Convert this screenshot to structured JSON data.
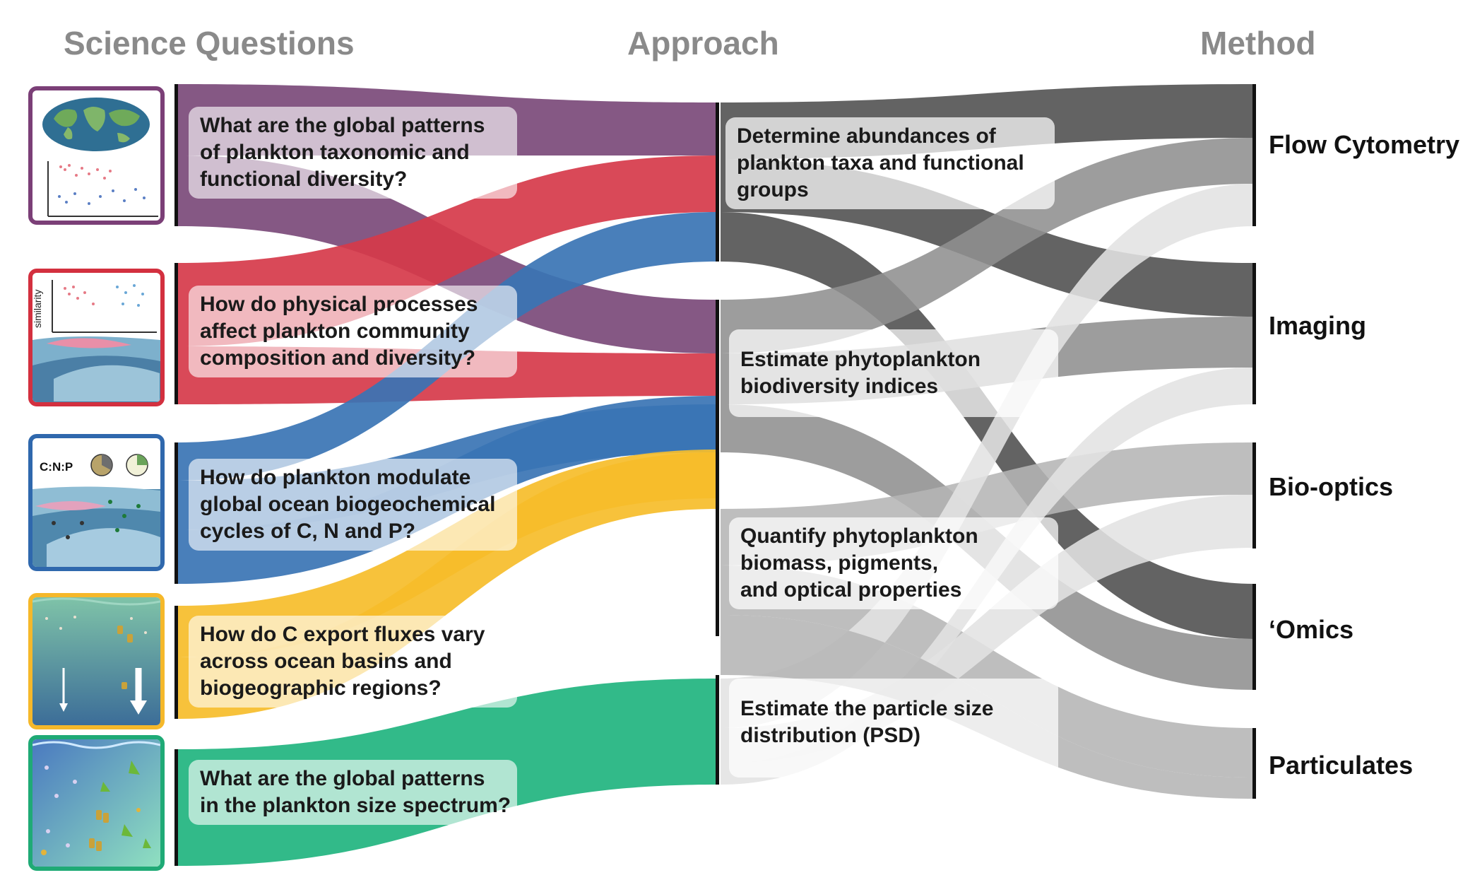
{
  "headers": {
    "science_questions": "Science Questions",
    "approach": "Approach",
    "method": "Method"
  },
  "questions": [
    {
      "lines": [
        "What are the global patterns",
        "of plankton taxonomic and",
        "functional diversity?"
      ],
      "color": "#7b4a79"
    },
    {
      "lines": [
        "How do physical processes",
        "affect plankton community",
        "composition and diversity?"
      ],
      "color": "#d63a4a"
    },
    {
      "lines": [
        "How do plankton modulate",
        "global ocean biogeochemical",
        "cycles of C, N and P?"
      ],
      "color": "#3a74b4"
    },
    {
      "lines": [
        "How do C export fluxes vary",
        "across ocean basins and",
        "biogeographic regions?"
      ],
      "color": "#f6bd2a"
    },
    {
      "lines": [
        "What are the global patterns",
        "in the plankton size spectrum?"
      ],
      "color": "#21b47f"
    }
  ],
  "approaches": [
    {
      "lines": [
        "Determine abundances of",
        "plankton taxa and functional",
        "groups"
      ],
      "color": "#4d4d4d"
    },
    {
      "lines": [
        "Estimate phytoplankton",
        "biodiversity indices"
      ],
      "color": "#8f8f8f"
    },
    {
      "lines": [
        "Quantify phytoplankton",
        "biomass, pigments,",
        "and optical properties"
      ],
      "color": "#b5b5b5"
    },
    {
      "lines": [
        "Estimate the particle size",
        "distribution (PSD)"
      ],
      "color": "#e3e3e3"
    }
  ],
  "methods": [
    {
      "label": "Flow Cytometry"
    },
    {
      "label": "Imaging"
    },
    {
      "label": "Bio-optics"
    },
    {
      "label": "‘Omics"
    },
    {
      "label": "Particulates"
    }
  ],
  "thumbnails": [
    {
      "icon": "world-map-scatter-icon",
      "border": "#7b3f77"
    },
    {
      "icon": "similarity-scatter-ocean-icon",
      "border": "#d3303f",
      "axis_label": "similarity"
    },
    {
      "icon": "cnp-pie-ocean-icon",
      "border": "#2f68ad",
      "label": "C:N:P"
    },
    {
      "icon": "carbon-export-arrows-icon",
      "border": "#f5b82a"
    },
    {
      "icon": "plankton-size-ocean-icon",
      "border": "#1faa76"
    }
  ]
}
